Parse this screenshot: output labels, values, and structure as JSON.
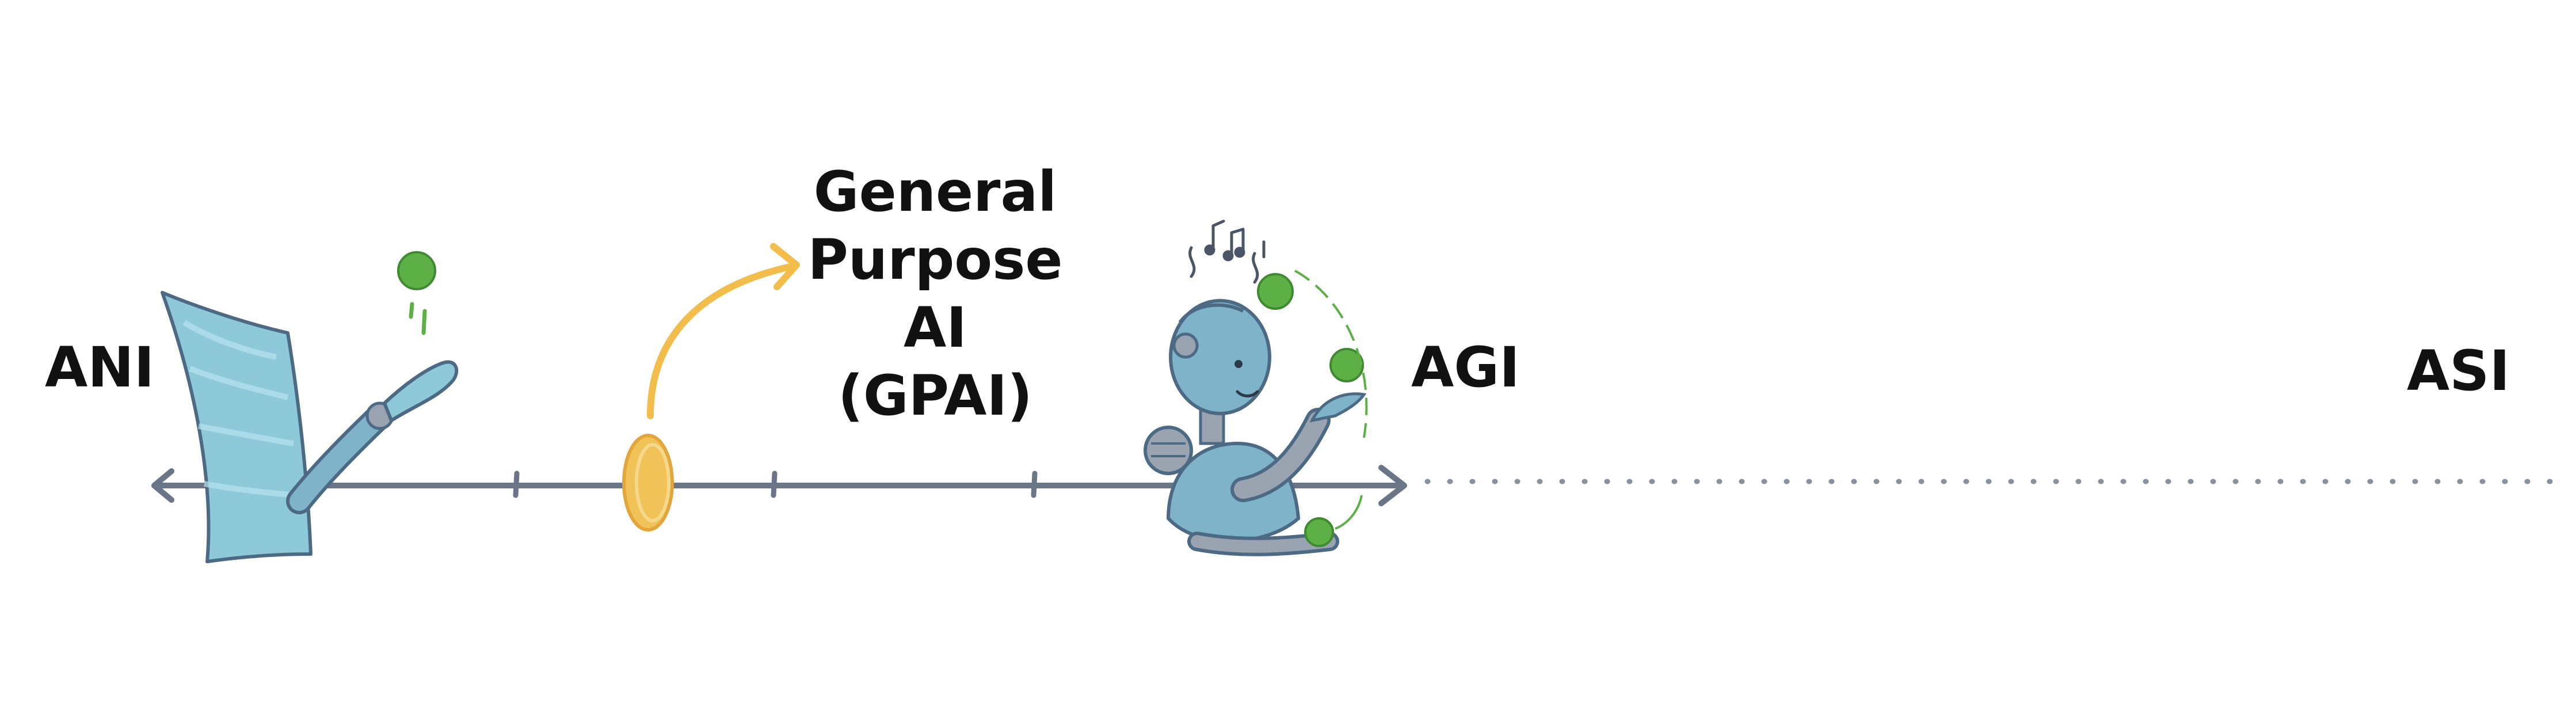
{
  "labels": {
    "ani": "ANI",
    "agi": "AGI",
    "asi": "ASI",
    "gpai": [
      "General",
      "Purpose",
      "AI (GPAI)"
    ]
  },
  "icons": {
    "left_figure": "robot-arm-with-screen-and-ball-icon",
    "coin": "coin-icon",
    "arrow": "curved-arrow-icon",
    "right_figure": "juggling-robot-icon"
  },
  "colors": {
    "axis": "#6b7588",
    "dotted": "#8a909c",
    "screen": "#8ec9da",
    "robot": "#7fb3c9",
    "ball": "#5db045",
    "coin": "#f0c258",
    "arrow": "#f2bd4a",
    "text": "#111111"
  }
}
